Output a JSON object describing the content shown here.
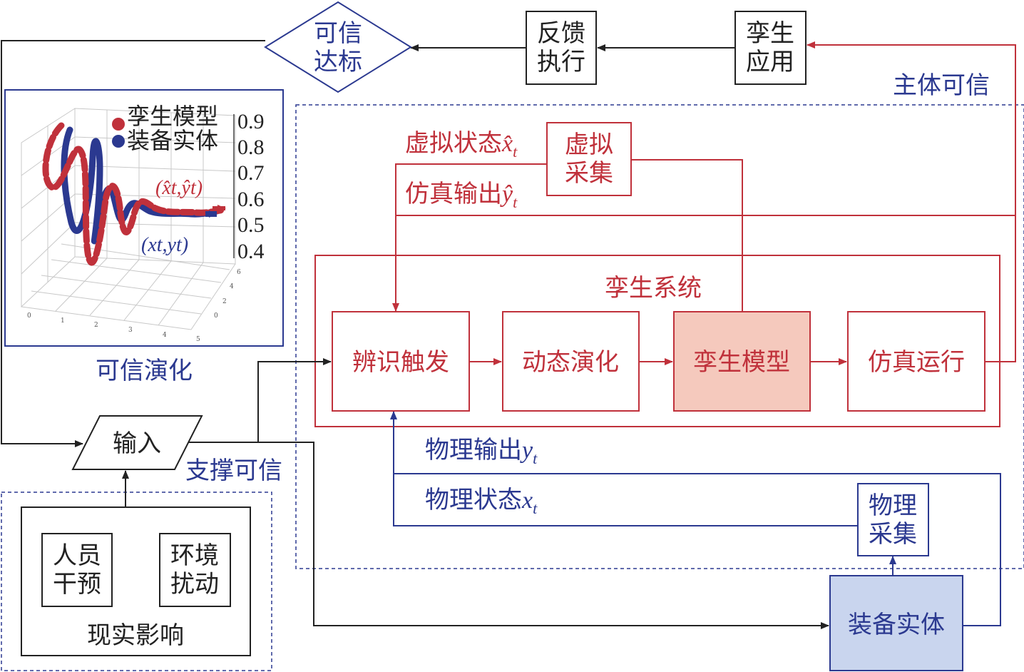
{
  "colors": {
    "black": "#222222",
    "red": "#c0313b",
    "blue": "#2b3990",
    "model_fill": "#f5c9bd",
    "entity_fill": "#c9d5ee"
  },
  "nodes": {
    "trust_reached": "可信\n达标",
    "feedback_exec": "反馈\n执行",
    "twin_app": "孪生\n应用",
    "virtual_collect": "虚拟\n采集",
    "identify_trigger": "辨识触发",
    "dynamic_evolve": "动态演化",
    "twin_model": "孪生模型",
    "sim_run": "仿真运行",
    "input": "输入",
    "person_intervene": "人员\n干预",
    "env_disturb": "环境\n扰动",
    "physical_collect": "物理\n采集",
    "equipment_entity": "装备实体"
  },
  "labels": {
    "subject_trust": "主体可信",
    "twin_system": "孪生系统",
    "support_trust": "支撑可信",
    "reality_influence": "现实影响",
    "trusted_evolution": "可信演化",
    "virtual_state": "虚拟状态",
    "virtual_state_sym": "x̂",
    "sim_output": "仿真输出",
    "sim_output_sym": "ŷ",
    "physical_output": "物理输出",
    "physical_output_sym": "y",
    "physical_state": "物理状态",
    "physical_state_sym": "x",
    "subscript_t": "t"
  },
  "inset": {
    "legend": [
      "孪生模型",
      "装备实体"
    ],
    "z_ticks": [
      "0.9",
      "0.8",
      "0.7",
      "0.6",
      "0.5",
      "0.4"
    ],
    "virtual_traj": "(x̂t,ŷt)",
    "physical_traj": "(xt,yt)"
  }
}
